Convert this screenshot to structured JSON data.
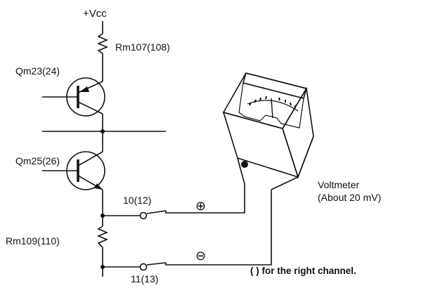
{
  "labels": {
    "vcc": "+Vcc",
    "rm107": "Rm107(108)",
    "qm23": "Qm23(24)",
    "qm25": "Qm25(26)",
    "term_top": "10(12)",
    "plus_sign": "⊕",
    "minus_sign": "⊖",
    "rm109": "Rm109(110)",
    "term_bottom": "11(13)",
    "voltmeter_title": "Voltmeter",
    "voltmeter_range": "(About 20 mV)",
    "note": "(    ) for the right channel."
  },
  "colors": {
    "ink": "#111111",
    "paper": "#ffffff"
  }
}
